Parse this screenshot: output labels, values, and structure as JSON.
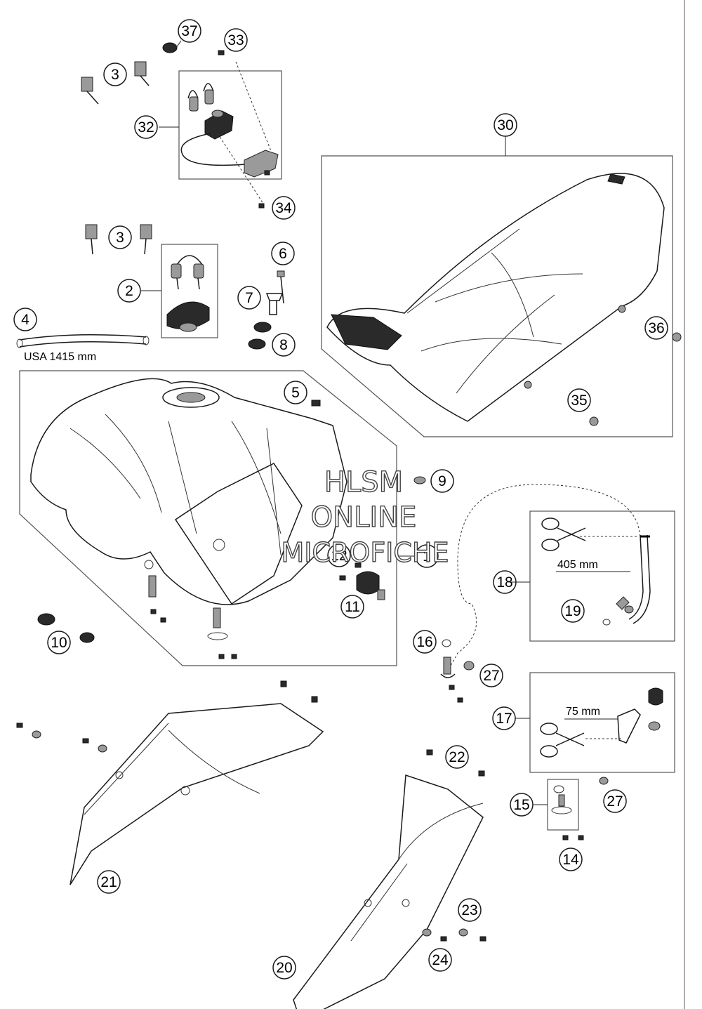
{
  "callouts": [
    "1",
    "2",
    "3",
    "3",
    "4",
    "5",
    "6",
    "7",
    "8",
    "9",
    "10",
    "11",
    "12",
    "14",
    "15",
    "16",
    "17",
    "18",
    "19",
    "20",
    "21",
    "22",
    "23",
    "24",
    "27",
    "27",
    "30",
    "32",
    "33",
    "34",
    "35",
    "36",
    "37"
  ],
  "dimensions": {
    "usa_length": "USA 1415 mm",
    "hose_18": "405 mm",
    "hose_17": "75 mm"
  },
  "watermark": [
    "HLSM",
    "ONLINE",
    "MICROFICHE"
  ],
  "icons": [
    "scissors-icon",
    "key-icon"
  ],
  "colors": {
    "line": "#1a1a1a",
    "frame": "#555555",
    "background": "#ffffff"
  }
}
